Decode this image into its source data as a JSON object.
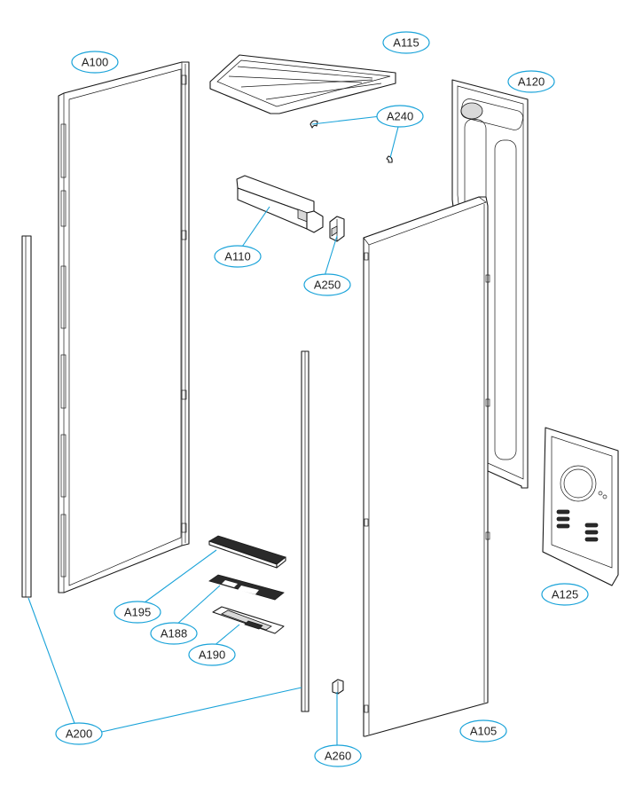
{
  "diagram": {
    "callout_color": "#1aa3d9",
    "callouts": [
      {
        "id": "a100",
        "label": "A100"
      },
      {
        "id": "a115",
        "label": "A115"
      },
      {
        "id": "a120",
        "label": "A120"
      },
      {
        "id": "a240",
        "label": "A240"
      },
      {
        "id": "a110",
        "label": "A110"
      },
      {
        "id": "a250",
        "label": "A250"
      },
      {
        "id": "a125",
        "label": "A125"
      },
      {
        "id": "a195",
        "label": "A195"
      },
      {
        "id": "a188",
        "label": "A188"
      },
      {
        "id": "a190",
        "label": "A190"
      },
      {
        "id": "a200",
        "label": "A200"
      },
      {
        "id": "a105",
        "label": "A105"
      },
      {
        "id": "a260",
        "label": "A260"
      }
    ]
  }
}
